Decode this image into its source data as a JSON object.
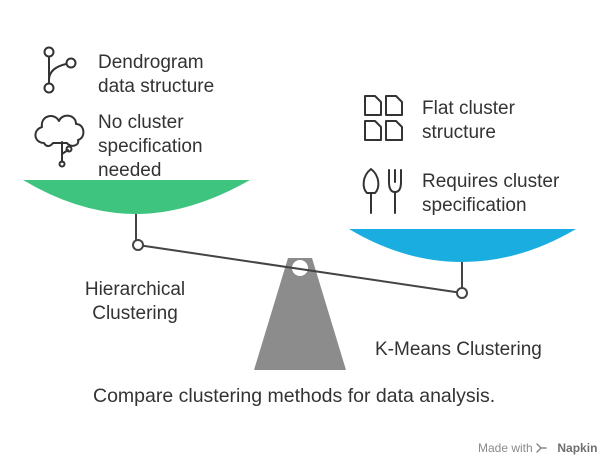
{
  "diagram": {
    "left_side": {
      "label": [
        "Hierarchical",
        "Clustering"
      ],
      "pan_color": "#3fc480",
      "items": [
        {
          "icon": "dendrogram-icon",
          "lines": [
            "Dendrogram",
            "data structure"
          ]
        },
        {
          "icon": "cloud-tree-icon",
          "lines": [
            "No cluster",
            "specification",
            "needed"
          ]
        }
      ]
    },
    "right_side": {
      "label": "K-Means Clustering",
      "pan_color": "#1aaee0",
      "items": [
        {
          "icon": "flat-structure-icon",
          "lines": [
            "Flat cluster",
            "structure"
          ]
        },
        {
          "icon": "garden-tools-icon",
          "lines": [
            "Requires cluster",
            "specification"
          ]
        }
      ]
    },
    "fulcrum_color": "#8c8c8c",
    "beam_color": "#444444",
    "caption": "Compare clustering methods for data analysis."
  },
  "watermark": {
    "prefix": "Made with",
    "brand": "Napkin"
  }
}
